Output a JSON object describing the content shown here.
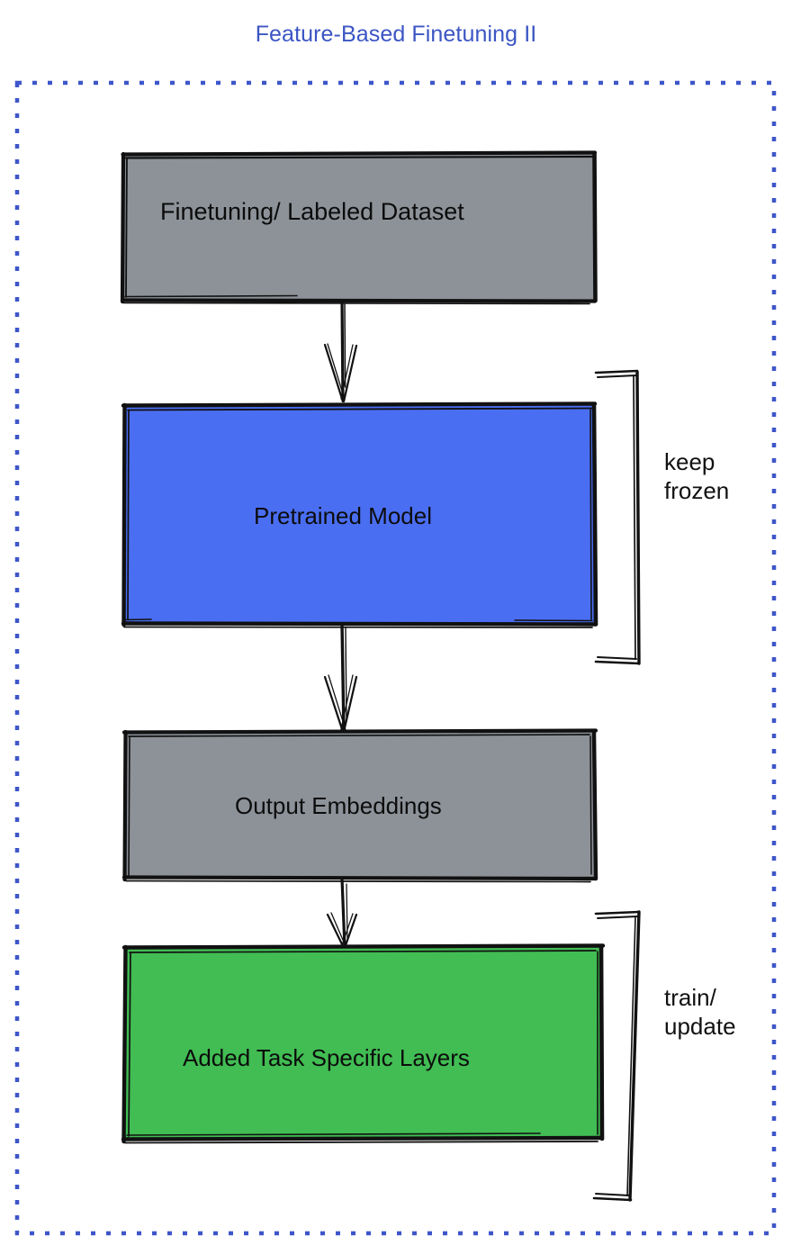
{
  "title": "Feature-Based Finetuning II",
  "colors": {
    "title": "#3b55c4",
    "dashed_border": "#3d56c9",
    "gray_node": "#8d9299",
    "blue_node": "#4a6ef2",
    "green_node": "#41bd53",
    "stroke": "#111111",
    "text": "#0c0c0c",
    "background": "#ffffff"
  },
  "nodes": [
    {
      "id": "dataset",
      "label": "Finetuning/ Labeled Dataset",
      "fill": "#8d9299"
    },
    {
      "id": "pretrain",
      "label": "Pretrained Model",
      "fill": "#4a6ef2"
    },
    {
      "id": "embed",
      "label": "Output Embeddings",
      "fill": "#8d9299"
    },
    {
      "id": "task",
      "label": "Added Task Specific Layers",
      "fill": "#41bd53"
    }
  ],
  "edges": [
    {
      "from": "dataset",
      "to": "pretrain",
      "style": "arrow"
    },
    {
      "from": "pretrain",
      "to": "embed",
      "style": "arrow"
    },
    {
      "from": "embed",
      "to": "task",
      "style": "arrow"
    }
  ],
  "brackets": [
    {
      "id": "keep-frozen",
      "line1": "keep",
      "line2": "frozen",
      "targets": [
        "pretrain"
      ]
    },
    {
      "id": "train-update",
      "line1": "train/",
      "line2": "update",
      "targets": [
        "task"
      ]
    }
  ],
  "container": {
    "border_style": "dotted"
  }
}
